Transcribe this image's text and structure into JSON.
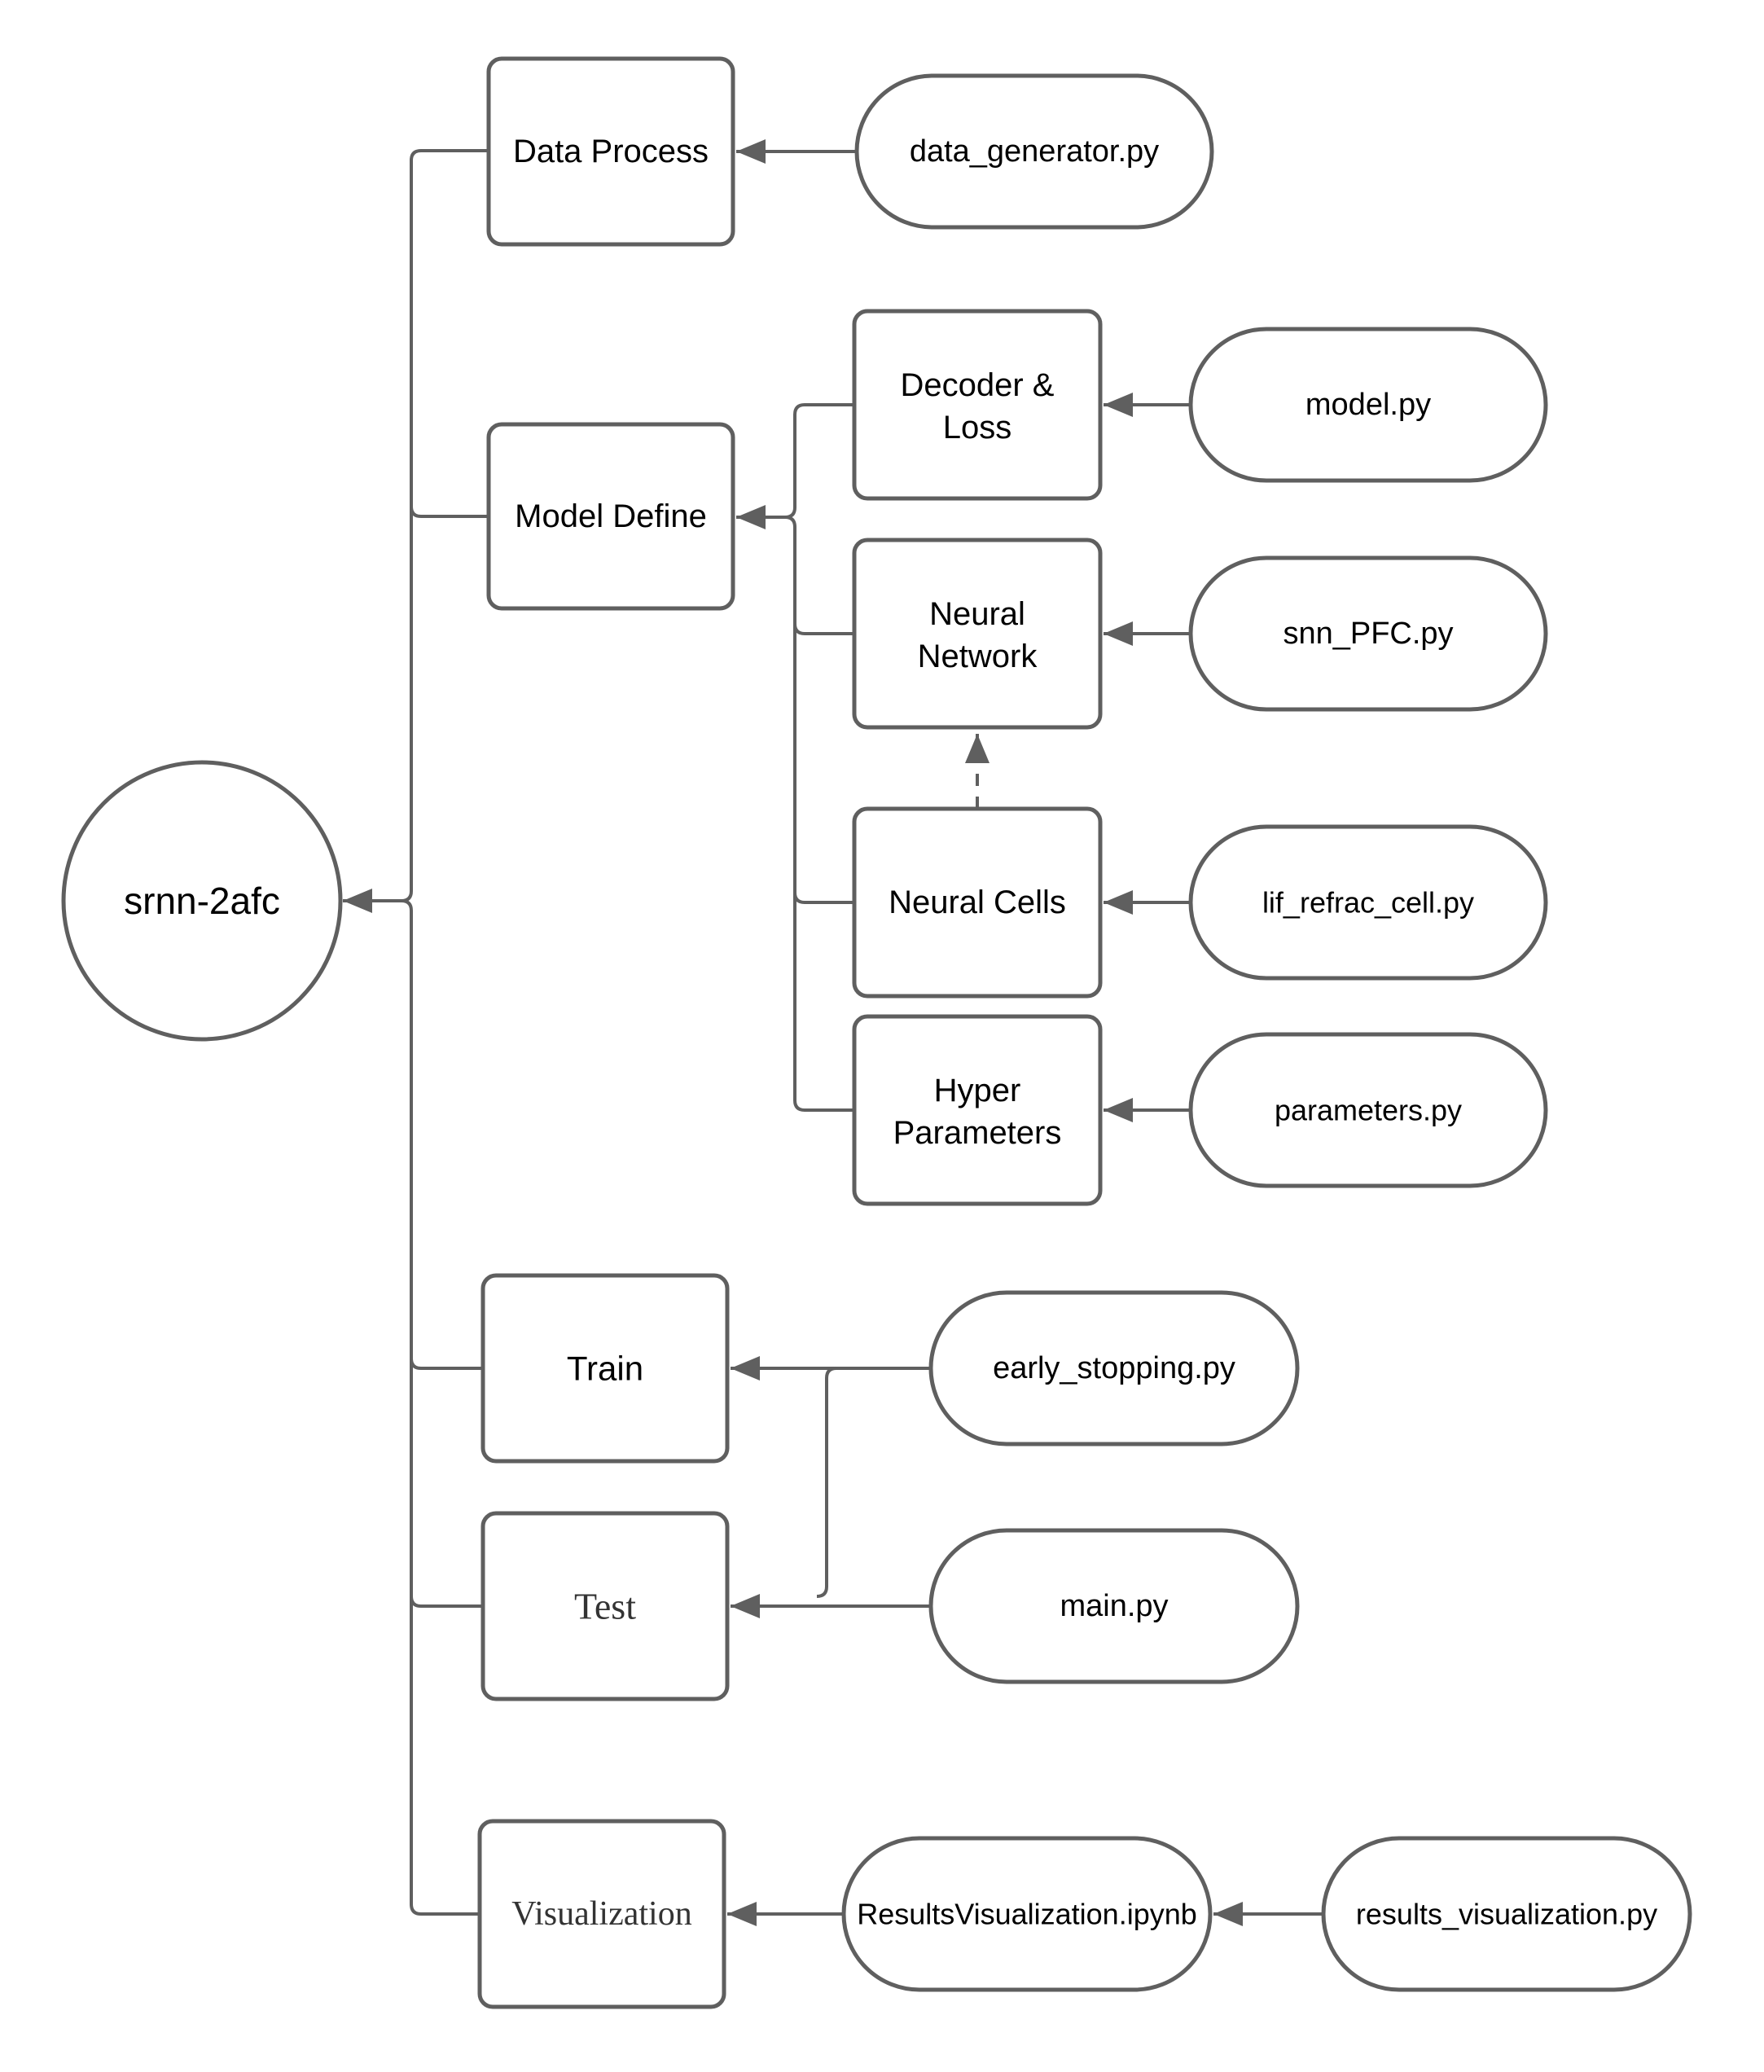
{
  "diagram": {
    "root": {
      "label": "srnn-2afc"
    },
    "nodes": {
      "data_process": {
        "label": "Data Process"
      },
      "model_define": {
        "label": "Model Define"
      },
      "decoder_loss": {
        "line1": "Decoder &",
        "line2": "Loss"
      },
      "neural_network": {
        "line1": "Neural",
        "line2": "Network"
      },
      "neural_cells": {
        "label": "Neural Cells"
      },
      "hyper_parameters": {
        "line1": "Hyper",
        "line2": "Parameters"
      },
      "train": {
        "label": "Train"
      },
      "test": {
        "label": "Test"
      },
      "visualization": {
        "label": "Visualization"
      }
    },
    "files": {
      "data_generator": {
        "label": "data_generator.py"
      },
      "model": {
        "label": "model.py"
      },
      "snn_pfc": {
        "label": "snn_PFC.py"
      },
      "lif_refrac_cell": {
        "label": "lif_refrac_cell.py"
      },
      "parameters": {
        "label": "parameters.py"
      },
      "early_stopping": {
        "label": "early_stopping.py"
      },
      "main": {
        "label": "main.py"
      },
      "results_visualization_nb": {
        "label": "ResultsVisualization.ipynb"
      },
      "results_visualization_py": {
        "label": "results_visualization.py"
      }
    },
    "colors": {
      "stroke": "#5f5f5f",
      "label": "#000000",
      "serif_label": "#333333",
      "bg": "#ffffff"
    }
  }
}
